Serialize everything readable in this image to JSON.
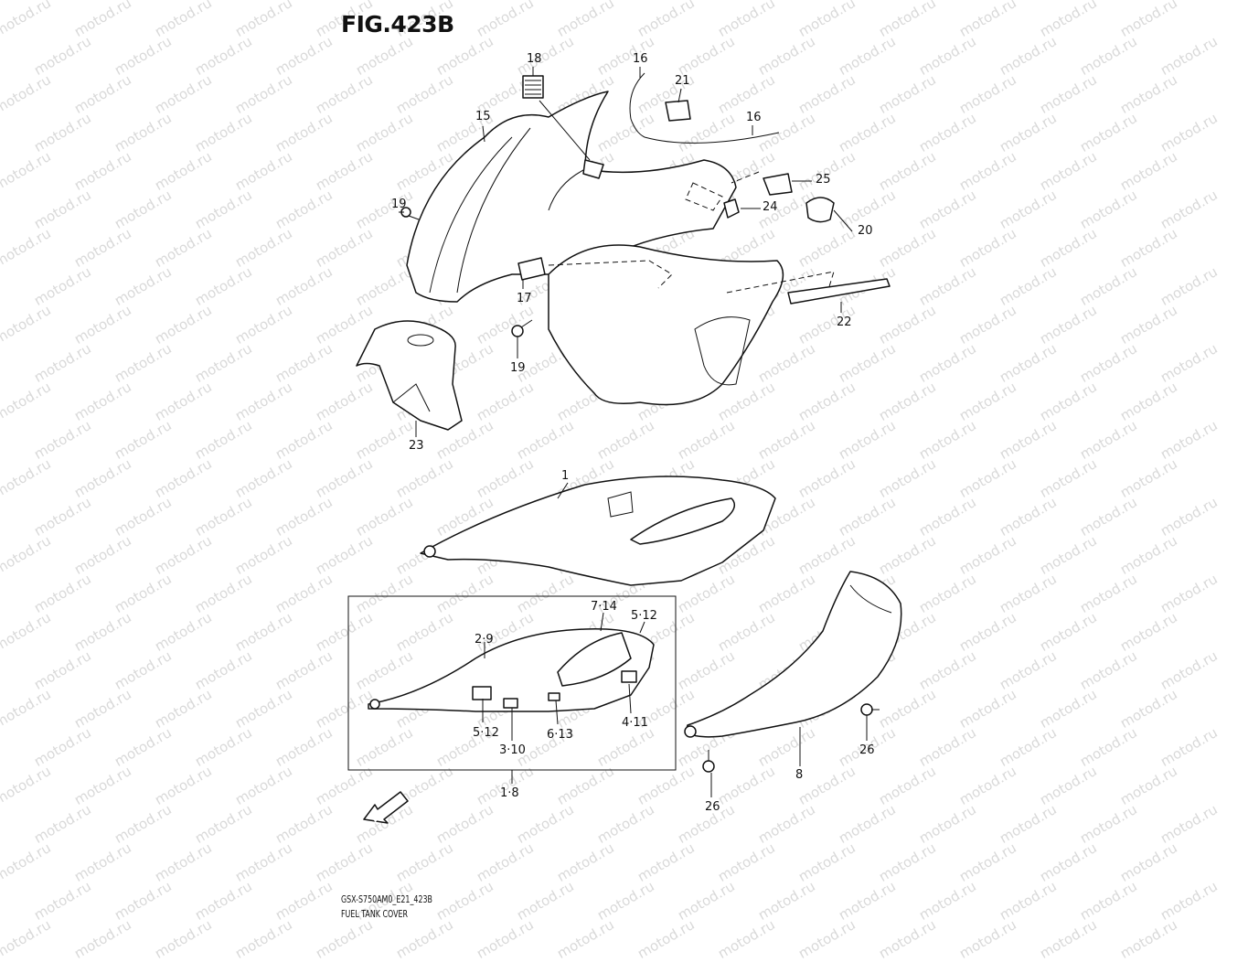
{
  "figure": {
    "title": "FIG.423B",
    "model_code": "GSX-S750AM0_E21_423B",
    "caption": "FUEL TANK COVER",
    "direction_label": "FWD",
    "watermark": "motod.ru"
  },
  "callouts": {
    "c18": "18",
    "c16a": "16",
    "c21": "21",
    "c16b": "16",
    "c15": "15",
    "c25": "25",
    "c19a": "19",
    "c24": "24",
    "c20": "20",
    "c17": "17",
    "c22": "22",
    "c19b": "19",
    "c23": "23",
    "c1": "1",
    "c7_14": "7·14",
    "c5_12a": "5·12",
    "c2_9": "2·9",
    "c5_12b": "5·12",
    "c6_13": "6·13",
    "c4_11": "4·11",
    "c3_10": "3·10",
    "c1_8": "1·8",
    "c26a": "26",
    "c8": "8",
    "c26b": "26"
  }
}
